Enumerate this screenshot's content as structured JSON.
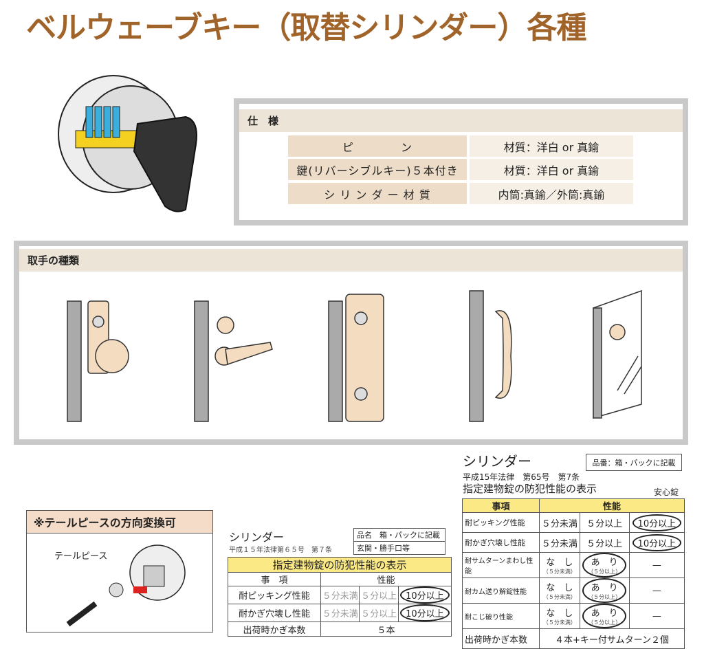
{
  "title": "ベルウェーブキー（取替シリンダー）各種",
  "spec": {
    "heading": "仕　様",
    "rows": [
      {
        "label": "ピ　　　　ン",
        "value": "材質：洋白 or 真鍮"
      },
      {
        "label": "鍵(リバーシブルキー)５本付き",
        "value": "材質：洋白 or 真鍮"
      },
      {
        "label": "シ リ ン ダ ー 材 質",
        "value": "内筒:真鍮／外筒:真鍮"
      }
    ]
  },
  "handles": {
    "heading": "取手の種類"
  },
  "tailpiece": {
    "heading": "※テールピースの方向変換可",
    "label": "テールピース"
  },
  "mid": {
    "title": "シリンダー",
    "law": "平成１５年法律第６５号　第７条",
    "info1": "品名　箱・パックに記載",
    "info2": "玄関・勝手口等",
    "caption": "指定建物錠の防犯性能の表示",
    "col1": "事　項",
    "col2": "性能",
    "rows": [
      {
        "item": "耐ピッキング性能",
        "a": "５分未満",
        "b": "５分以上",
        "c": "10分以上"
      },
      {
        "item": "耐かぎ穴壊し性能",
        "a": "５分未満",
        "b": "５分以上",
        "c": "10分以上"
      }
    ],
    "keys_label": "出荷時かぎ本数",
    "keys_value": "５本"
  },
  "right": {
    "title": "シリンダー",
    "info": "品番：箱・パックに記載",
    "law": "平成15年法律　第65号　第7条",
    "caption": "指定建物錠の防犯性能の表示",
    "type": "安心錠",
    "col1": "事項",
    "col2": "性能",
    "rows": [
      {
        "item": "耐ピッキング性能",
        "a": "５分未満",
        "b": "５分以上",
        "c": "10分以上"
      },
      {
        "item": "耐かぎ穴壊し性能",
        "a": "５分未満",
        "b": "５分以上",
        "c": "10分以上"
      }
    ],
    "rows2": [
      {
        "item": "耐サムターンまわし性能",
        "a": "な　し",
        "a2": "（５分未満）",
        "b": "あ　り",
        "b2": "（５分以上）",
        "c": "—"
      },
      {
        "item": "耐カム送り解錠性能",
        "a": "な　し",
        "a2": "（５分未満）",
        "b": "あ　り",
        "b2": "（５分以上）",
        "c": "—"
      },
      {
        "item": "耐こじ破り性能",
        "a": "な　し",
        "a2": "（５分未満）",
        "b": "あ　り",
        "b2": "（５分以上）",
        "c": "—"
      }
    ],
    "keys_label": "出荷時かぎ本数",
    "keys_value": "４本+キー付サムターン２個"
  }
}
